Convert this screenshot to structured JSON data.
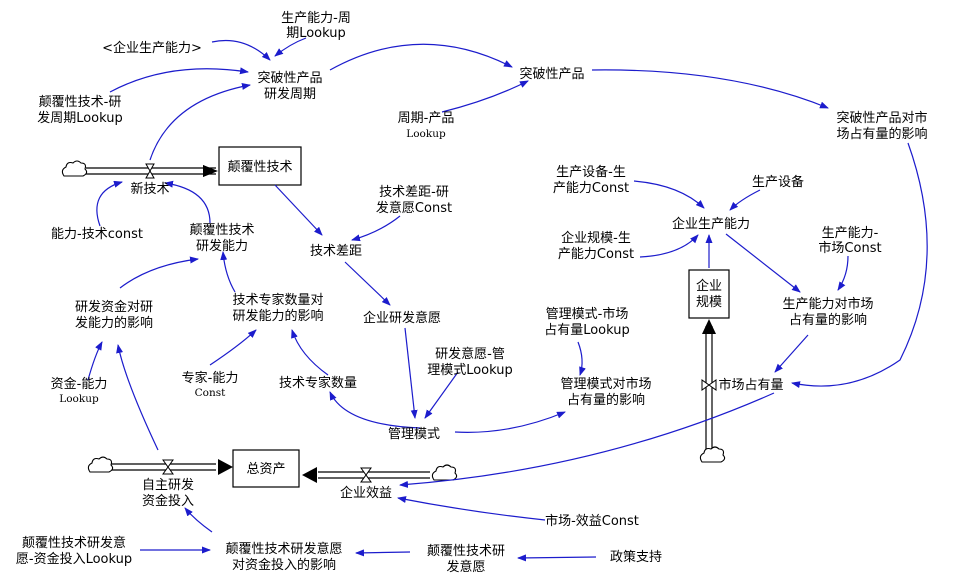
{
  "nodes": {
    "n_shengchan_nengli_zhouqi_l1": "生产能力-周",
    "n_shengchan_nengli_zhouqi_l2": "期Lookup",
    "n_qiye_shengchan_nengli_ghost": "<企业生产能力>",
    "n_tupo_yanfa_l1": "突破性产品",
    "n_tupo_yanfa_l2": "研发周期",
    "n_tupo_chanpin": "突破性产品",
    "n_dianfu_zhouqi_l1": "颠覆性技术-研",
    "n_dianfu_zhouqi_l2": "发周期Lookup",
    "n_zhouqi_chanpin_l1": "周期-产品",
    "n_zhouqi_chanpin_l2": "Lookup",
    "n_tupo_shichang_l1": "突破性产品对市",
    "n_tupo_shichang_l2": "场占有量的影响",
    "n_dianfu_jishu": "颠覆性技术",
    "n_xin_jishu": "新技术",
    "n_chaju_yiyuan_l1": "技术差距-研",
    "n_chaju_yiyuan_l2": "发意愿Const",
    "n_shebei_nengli_l1": "生产设备-生",
    "n_shebei_nengli_l2": "产能力Const",
    "n_shengchan_shebei": "生产设备",
    "n_qiye_shengchan_nengli": "企业生产能力",
    "n_nengli_jishu": "能力-技术const",
    "n_dianfu_yanfa_nengli_l1": "颠覆性技术",
    "n_dianfu_yanfa_nengli_l2": "研发能力",
    "n_jishu_chaju": "技术差距",
    "n_guimo_nengli_l1": "企业规模-生",
    "n_guimo_nengli_l2": "产能力Const",
    "n_nengli_shichang_l1": "生产能力-",
    "n_nengli_shichang_l2": "市场Const",
    "n_qiye_guimo_l1": "企业",
    "n_qiye_guimo_l2": "规模",
    "n_zhuanjia_yingxiang_l1": "技术专家数量对",
    "n_zhuanjia_yingxiang_l2": "研发能力的影响",
    "n_zijin_yingxiang_l1": "研发资金对研",
    "n_zijin_yingxiang_l2": "发能力的影响",
    "n_yanfa_yiyuan": "企业研发意愿",
    "n_guanli_shichang_l1": "管理模式-市场",
    "n_guanli_shichang_l2": "占有量Lookup",
    "n_nengli_shichang_yx_l1": "生产能力对市场",
    "n_nengli_shichang_yx_l2": "占有量的影响",
    "n_yiyuan_guanli_l1": "研发意愿-管",
    "n_yiyuan_guanli_l2": "理模式Lookup",
    "n_zijin_nengli_l1": "资金-能力",
    "n_zijin_nengli_l2": "Lookup",
    "n_zhuanjia_nengli_l1": "专家-能力",
    "n_zhuanjia_nengli_l2": "Const",
    "n_zhuanjia_shuliang": "技术专家数量",
    "n_guanli_shichang_yx_l1": "管理模式对市场",
    "n_guanli_shichang_yx_l2": "占有量的影响",
    "n_shichang_zhanyou": "市场占有量",
    "n_guanli_moshi": "管理模式",
    "n_zong_zichan": "总资产",
    "n_zizhu_touru_l1": "自主研发",
    "n_zizhu_touru_l2": "资金投入",
    "n_qiye_xiaoyi": "企业效益",
    "n_shichang_xiaoyi": "市场-效益Const",
    "n_yiyuan_zijin_lookup_l1": "颠覆性技术研发意",
    "n_yiyuan_zijin_lookup_l2": "愿-资金投入Lookup",
    "n_yiyuan_zijin_yx_l1": "颠覆性技术研发意愿",
    "n_yiyuan_zijin_yx_l2": "对资金投入的影响",
    "n_dianfu_yiyuan_l1": "颠覆性技术研",
    "n_dianfu_yiyuan_l2": "发意愿",
    "n_zhengce_zhichi": "政策支持"
  },
  "colors": {
    "arrow": "#1c1ccc",
    "flow": "#000000",
    "text": "#000000",
    "background": "#ffffff"
  },
  "icons": {
    "cloud": "cloud-icon",
    "valve": "valve-icon"
  }
}
